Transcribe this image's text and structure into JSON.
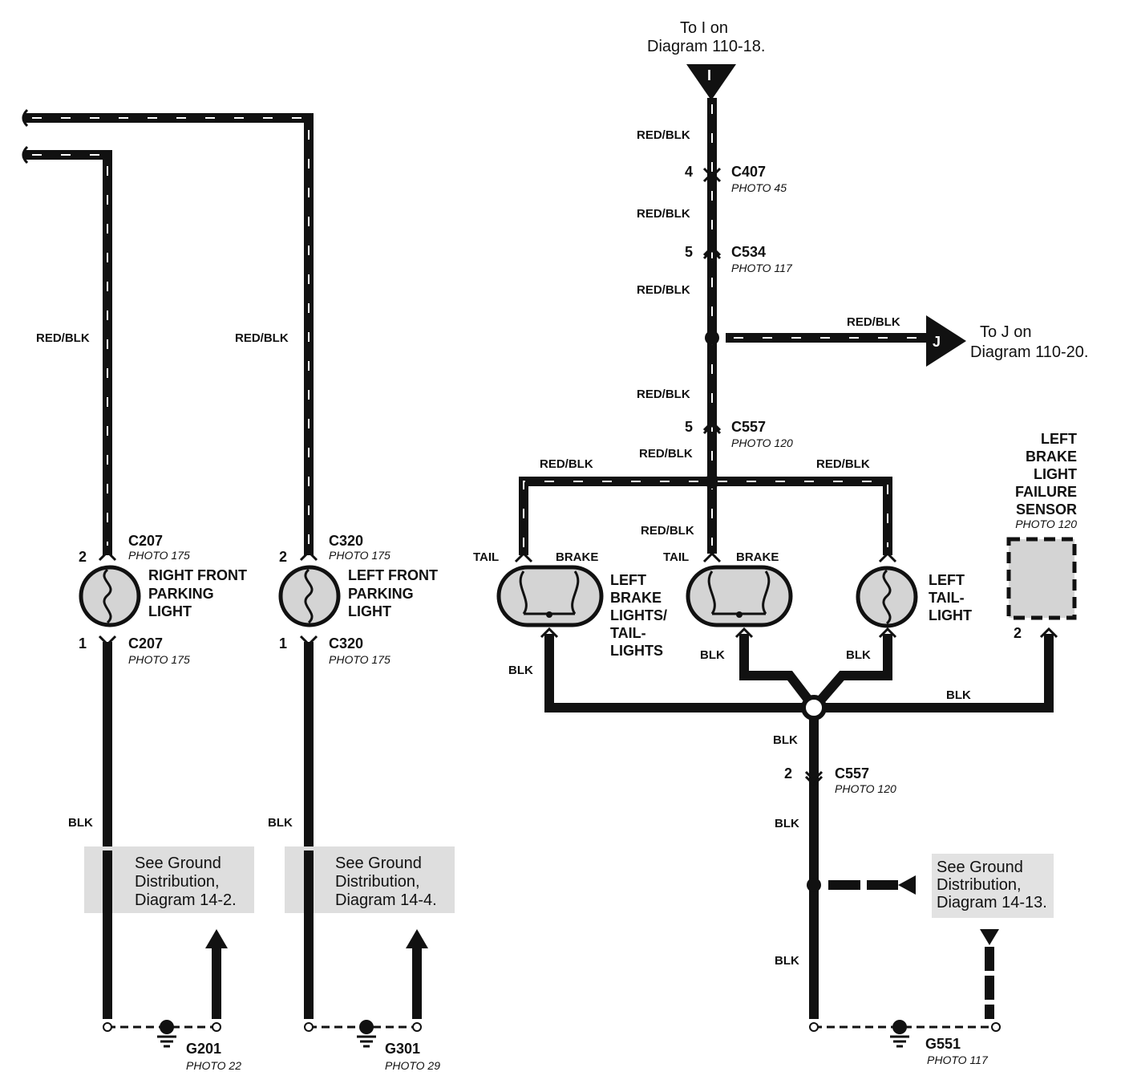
{
  "wire_colors": {
    "red_blk": "RED/BLK",
    "blk": "BLK"
  },
  "offpage": {
    "to_i": {
      "line1": "To I on",
      "line2": "Diagram 110-18.",
      "letter": "I"
    },
    "to_j": {
      "line1": "To J on",
      "line2": "Diagram 110-20.",
      "letter": "J"
    }
  },
  "connectors": {
    "c407": {
      "name": "C407",
      "photo": "PHOTO 45",
      "pin": "4"
    },
    "c534": {
      "name": "C534",
      "photo": "PHOTO 117",
      "pin": "5"
    },
    "c557_top": {
      "name": "C557",
      "photo": "PHOTO 120",
      "pin": "5"
    },
    "c557_bottom": {
      "name": "C557",
      "photo": "PHOTO 120",
      "pin": "2"
    },
    "c207_top": {
      "name": "C207",
      "photo": "PHOTO 175",
      "pin": "2"
    },
    "c207_bottom": {
      "name": "C207",
      "photo": "PHOTO 175",
      "pin": "1"
    },
    "c320_top": {
      "name": "C320",
      "photo": "PHOTO 175",
      "pin": "2"
    },
    "c320_bottom": {
      "name": "C320",
      "photo": "PHOTO 175",
      "pin": "1"
    }
  },
  "components": {
    "right_front_parking": [
      "RIGHT FRONT",
      "PARKING",
      "LIGHT"
    ],
    "left_front_parking": [
      "LEFT FRONT",
      "PARKING",
      "LIGHT"
    ],
    "left_brake_tail": [
      "LEFT",
      "BRAKE",
      "LIGHTS/",
      "TAIL-",
      "LIGHTS"
    ],
    "left_tail": [
      "LEFT",
      "TAIL-",
      "LIGHT"
    ],
    "sensor": {
      "lines": [
        "LEFT",
        "BRAKE",
        "LIGHT",
        "FAILURE",
        "SENSOR"
      ],
      "photo": "PHOTO 120",
      "pin": "2"
    },
    "terminal_tail": "TAIL",
    "terminal_brake": "BRAKE"
  },
  "grounds": {
    "g201": {
      "name": "G201",
      "photo": "PHOTO 22",
      "note": [
        "See Ground",
        "Distribution,",
        "Diagram 14-2."
      ]
    },
    "g301": {
      "name": "G301",
      "photo": "PHOTO 29",
      "note": [
        "See Ground",
        "Distribution,",
        "Diagram 14-4."
      ]
    },
    "g551": {
      "name": "G551",
      "photo": "PHOTO 117",
      "note": [
        "See Ground",
        "Distribution,",
        "Diagram 14-13."
      ]
    }
  }
}
